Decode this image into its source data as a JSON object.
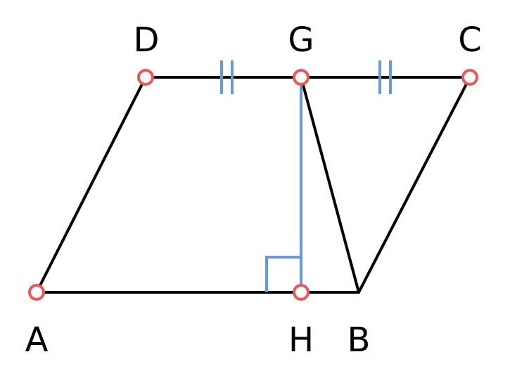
{
  "labels": {
    "A": "A",
    "B": "B",
    "C": "C",
    "D": "D",
    "G": "G",
    "H": "H"
  },
  "colors": {
    "segment": "#000000",
    "auxiliary": "#6699dd",
    "point": "#ee5555"
  },
  "marks": {
    "tick_marks": "DG = GC",
    "right_angle": "GH ⊥ AB"
  }
}
